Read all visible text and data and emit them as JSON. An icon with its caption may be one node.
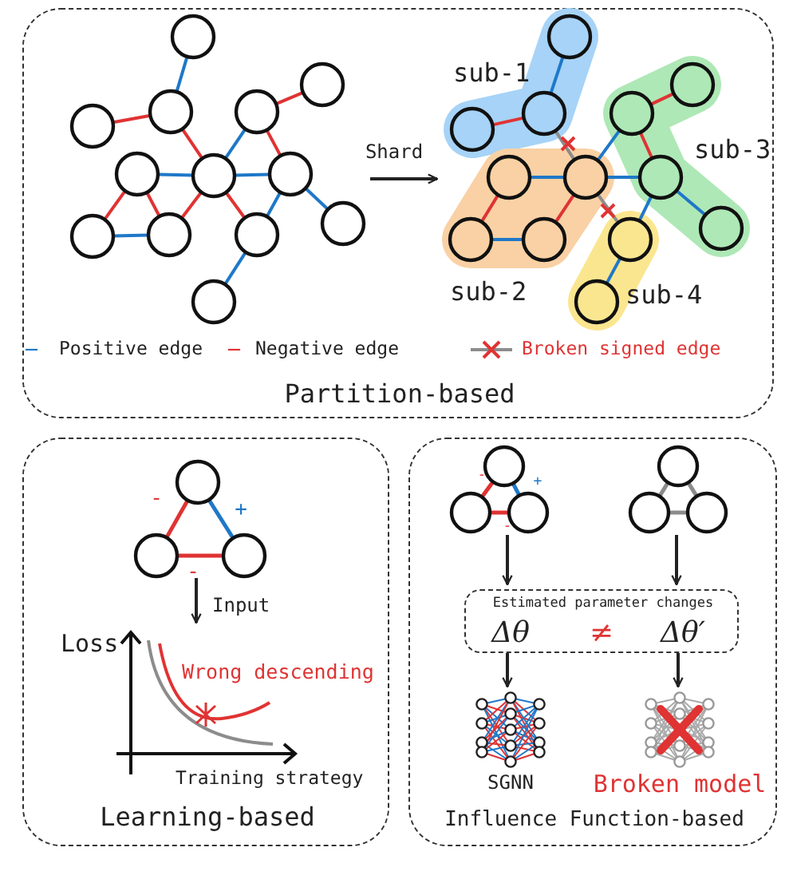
{
  "diagram": {
    "nodes": [
      {
        "text": [
          "Partition-based"
        ]
      },
      {
        "text": [],
        "shape": "graph",
        "in": 0
      },
      {
        "text": [],
        "shape": "graph",
        "in": 0
      },
      {
        "text": [
          "sub-1"
        ],
        "in": 2
      },
      {
        "text": [
          "sub-2"
        ],
        "in": 2
      },
      {
        "text": [
          "sub-3"
        ],
        "in": 2
      },
      {
        "text": [
          "sub-4"
        ],
        "in": 2
      },
      {
        "text": [
          "Learning-based"
        ]
      },
      {
        "text": [],
        "shape": "graph",
        "in": 7
      },
      {
        "text": [],
        "shape": "chart",
        "in": 7
      },
      {
        "text": [
          "Influence Function-based"
        ]
      },
      {
        "text": [],
        "shape": "graph",
        "in": 10
      },
      {
        "text": [],
        "shape": "graph",
        "in": 10
      },
      {
        "text": [
          "Estimated parameter changes",
          "Δθ",
          "≠",
          "Δθ′"
        ],
        "in": 10
      },
      {
        "text": [
          "SGNN"
        ],
        "in": 10
      },
      {
        "text": [
          "Broken model"
        ],
        "in": 10
      }
    ],
    "edges": [
      {
        "from": 1,
        "to": 2,
        "arrow": "to",
        "label": "Shard"
      },
      {
        "from": 8,
        "to": 9,
        "arrow": "to",
        "label": "Input"
      },
      {
        "from": 11,
        "to": 13,
        "arrow": "to"
      },
      {
        "from": 12,
        "to": 13,
        "arrow": "to"
      },
      {
        "from": 13,
        "to": 14,
        "arrow": "to"
      },
      {
        "from": 13,
        "to": 15,
        "arrow": "to"
      }
    ],
    "labels": [
      "-",
      "+",
      "-",
      "Loss",
      "Wrong descending",
      "Training strategy",
      "-",
      "+",
      "-"
    ],
    "legend": [
      {
        "text": "Positive edge"
      },
      {
        "text": "Negative edge"
      },
      {
        "text": "Broken signed edge"
      }
    ]
  }
}
